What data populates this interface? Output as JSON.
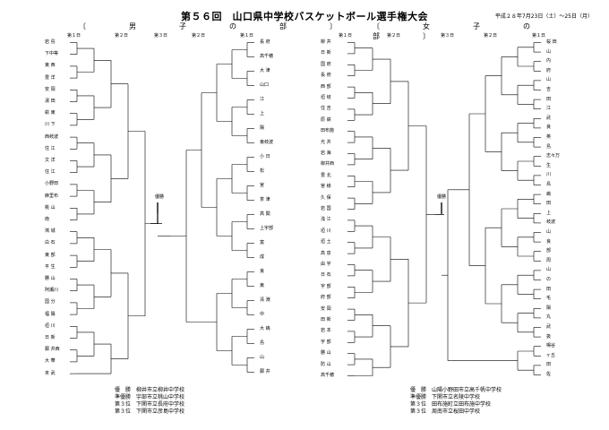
{
  "title": "第５６回　山口県中学校バスケットボール選手権大会",
  "date": "平成２８年7月23日（土）～25日（月）",
  "boys": {
    "heading": "〔　男　子　の　部　〕",
    "left_teams": [
      "岩 島",
      "下中等",
      "東 西",
      "豊 洋",
      "安 岡",
      "湯 田",
      "萩 東",
      "川 下",
      "西岐波",
      "住 江",
      "文 洋",
      "住 江",
      "小野田",
      "麻里布",
      "桃 山",
      "南",
      "鴻 城",
      "白 石",
      "東 部",
      "平 生",
      "勝 山",
      "阿瀬川",
      "国 分",
      "福 陽",
      "垣 川",
      "日 新",
      "鄭 井西",
      "大 華",
      "末 武"
    ],
    "right_teams": [
      "長 府",
      "高千穂",
      "大 津",
      "山口",
      "江",
      "上",
      "陽",
      "東岐波",
      "小 日",
      "松",
      "宮",
      "茶 津",
      "高 関",
      "上宇部",
      "富",
      "成",
      "良",
      "東",
      "清 淵",
      "中",
      "大 嶋",
      "島",
      "山",
      "鄭 井"
    ],
    "champ_label": "優勝",
    "results": [
      {
        "rank": "優　勝",
        "team": "柳井市立柳井中学校"
      },
      {
        "rank": "準優勝",
        "team": "宇部市立桃山中学校"
      },
      {
        "rank": "第３位",
        "team": "下関市立長府中学校"
      },
      {
        "rank": "第３位",
        "team": "下関市立彦島中学校"
      }
    ]
  },
  "girls": {
    "heading": "〔　女　子　の　部　〕",
    "left_teams": [
      "柳 井",
      "日 新",
      "国 府",
      "長 府",
      "西 部",
      "垣 岐",
      "住 吉",
      "原 鉄",
      "田布施",
      "光 井",
      "岩 海",
      "柳井西",
      "豊 北",
      "宮 様",
      "久 保",
      "岩 国",
      "浅 江",
      "垣 川",
      "垣 土",
      "高 泉",
      "由 宇",
      "日 石",
      "宇 部",
      "府 部",
      "安 岡",
      "田 新",
      "岩 本",
      "宇 部",
      "勝 山",
      "防 山",
      "高千穂"
    ],
    "right_teams": [
      "桜 田",
      "山",
      "内",
      "府",
      "山",
      "吉",
      "田",
      "江",
      "武",
      "良",
      "英",
      "島",
      "志々万",
      "生",
      "川",
      "鳥",
      "嶋",
      "田",
      "上",
      "岐波",
      "山",
      "良",
      "部",
      "周",
      "山",
      "の",
      "田",
      "毛",
      "陽",
      "丸",
      "武",
      "扱",
      "鳴谷",
      "ヶ丘",
      "田",
      "佐"
    ],
    "champ_label": "優勝",
    "results": [
      {
        "rank": "優　勝",
        "team": "山陽小野田市立高千帆中学校"
      },
      {
        "rank": "準優勝",
        "team": "下関市立名陵中学校"
      },
      {
        "rank": "第３位",
        "team": "田布施町立田布施中学校"
      },
      {
        "rank": "第３位",
        "team": "周南市立桜田中学校"
      }
    ]
  },
  "round_labels": {
    "r1": "第１日",
    "r2": "第２日",
    "r3": "第３日"
  }
}
